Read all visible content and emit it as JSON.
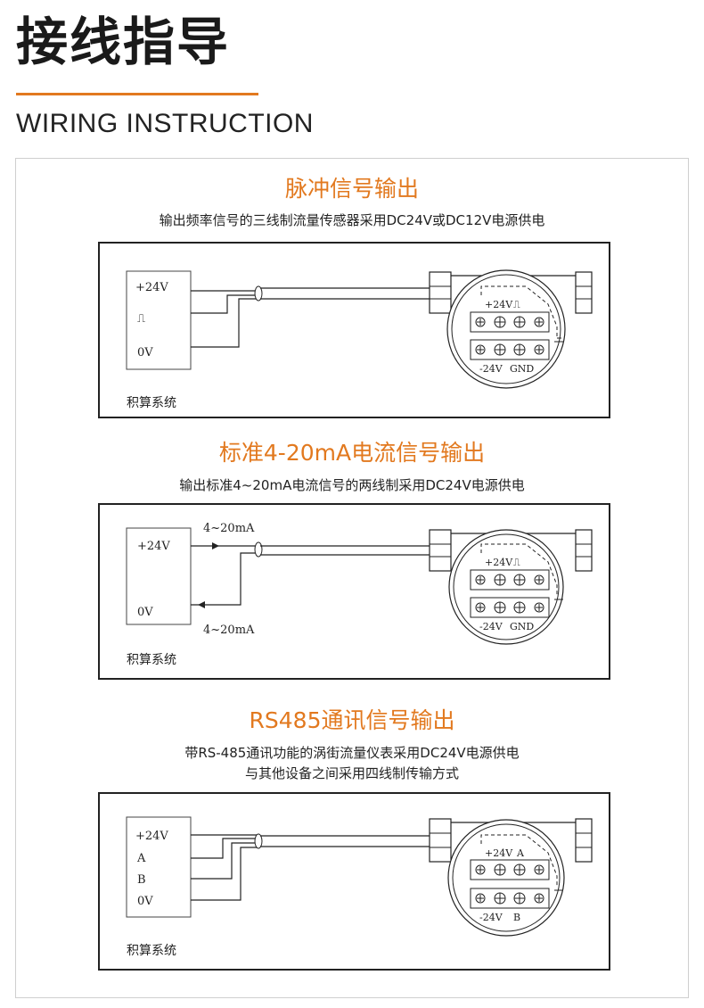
{
  "header": {
    "title_cn": "接线指导",
    "title_en": "WIRING INSTRUCTION"
  },
  "colors": {
    "accent": "#e2791f",
    "text": "#1a1a1a",
    "line": "#222222"
  },
  "sections": [
    {
      "title": "脉冲信号输出",
      "description": [
        "输出频率信号的三线制流量传感器采用DC24V或DC12V电源供电"
      ],
      "system_label": "积算系统",
      "terminal_labels": [
        "+24V",
        "⎍",
        "0V"
      ],
      "meter_top_labels": [
        "+24V",
        "⎍"
      ],
      "meter_bottom_labels": [
        "-24V",
        "GND"
      ],
      "wire_labels": []
    },
    {
      "title": "标准4-20mA电流信号输出",
      "description": [
        "输出标准4~20mA电流信号的两线制采用DC24V电源供电"
      ],
      "system_label": "积算系统",
      "terminal_labels": [
        "+24V",
        "0V"
      ],
      "meter_top_labels": [
        "+24V",
        "⎍"
      ],
      "meter_bottom_labels": [
        "-24V",
        "GND"
      ],
      "wire_labels": [
        "4~20mA",
        "4~20mA"
      ]
    },
    {
      "title": "RS485通讯信号输出",
      "description": [
        "带RS-485通讯功能的涡街流量仪表采用DC24V电源供电",
        "与其他设备之间采用四线制传输方式"
      ],
      "system_label": "积算系统",
      "terminal_labels": [
        "+24V",
        "A",
        "B",
        "0V"
      ],
      "meter_top_labels": [
        "+24V",
        "A"
      ],
      "meter_bottom_labels": [
        "-24V",
        "B"
      ],
      "wire_labels": []
    }
  ]
}
